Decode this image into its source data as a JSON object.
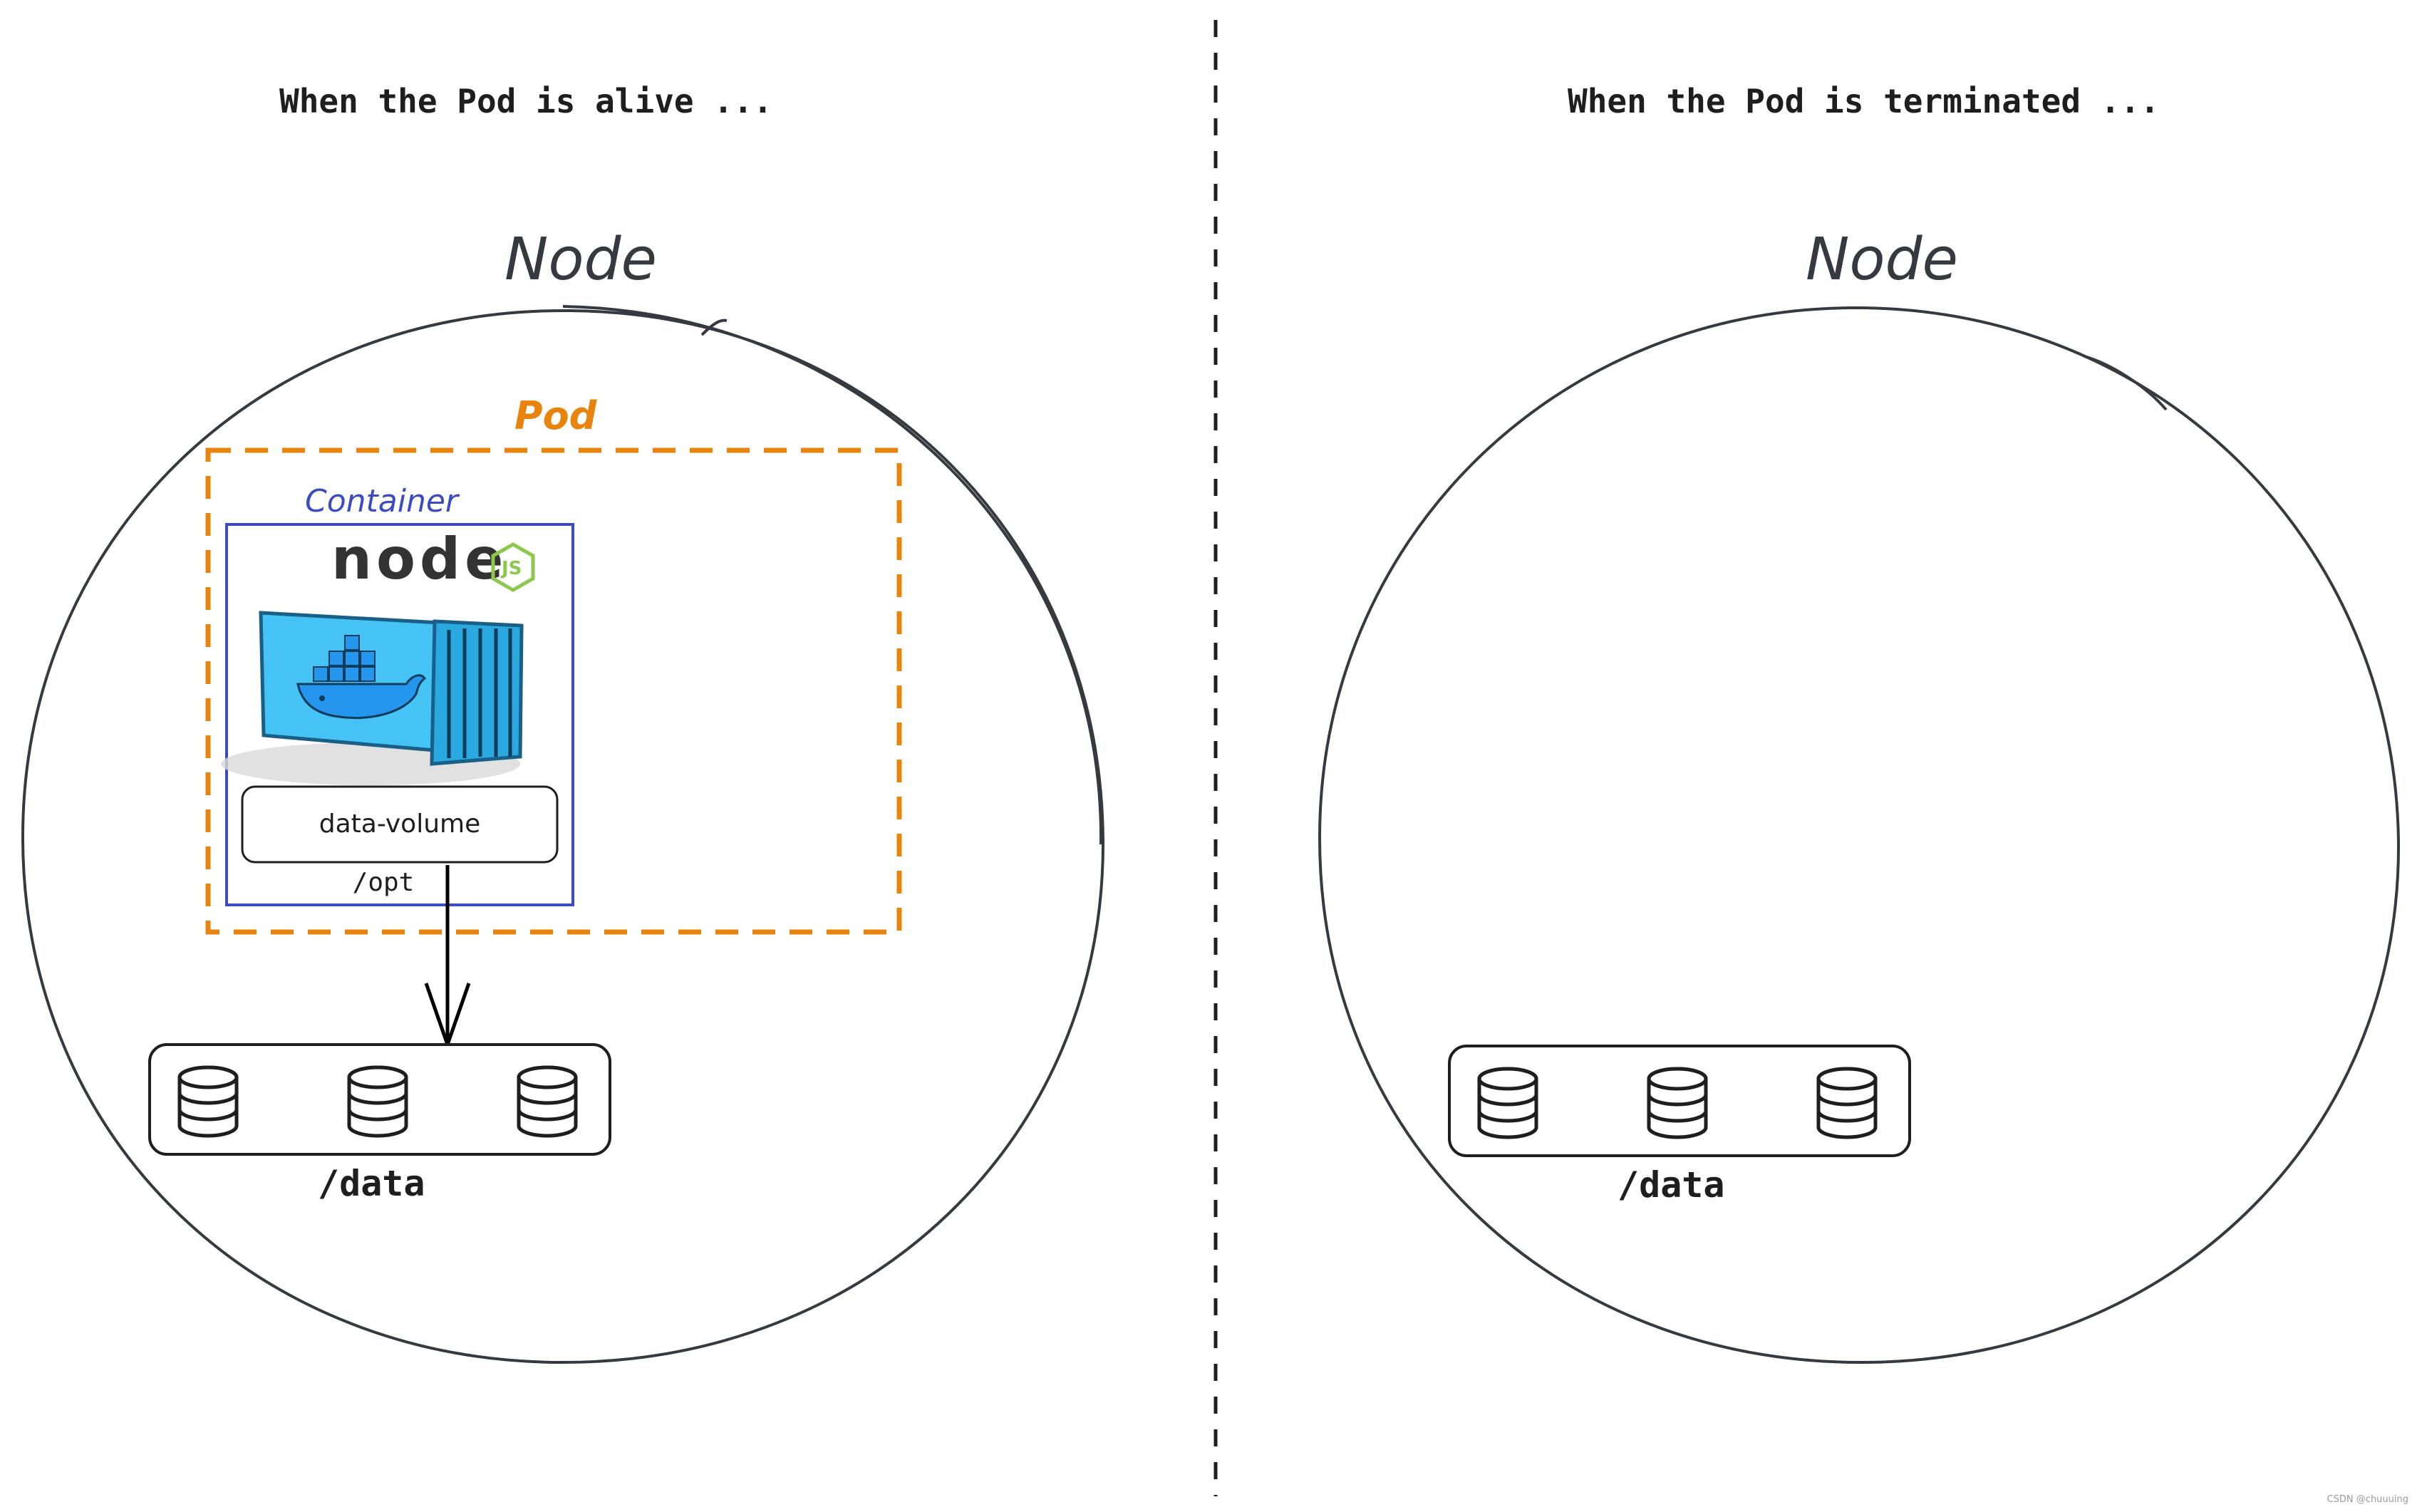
{
  "panels": {
    "left": {
      "caption": "When the Pod is alive ...",
      "node_label": "Node",
      "pod_label": "Pod",
      "container_label": "Container",
      "nodejs_logo_text": "node",
      "nodejs_badge": "JS",
      "volume_label": "data-volume",
      "mount_path": "/opt",
      "host_path": "/data"
    },
    "right": {
      "caption": "When the Pod is terminated ...",
      "node_label": "Node",
      "host_path": "/data"
    }
  },
  "watermark": "CSDN @chuuuing",
  "colors": {
    "stroke": "#343a40",
    "pod": "#e8830c",
    "container": "#3b4cc0",
    "docker_blue": "#2496ed",
    "node_green": "#8cc84b"
  },
  "icons": [
    "nodejs-logo",
    "docker-container-icon",
    "database-icon"
  ]
}
